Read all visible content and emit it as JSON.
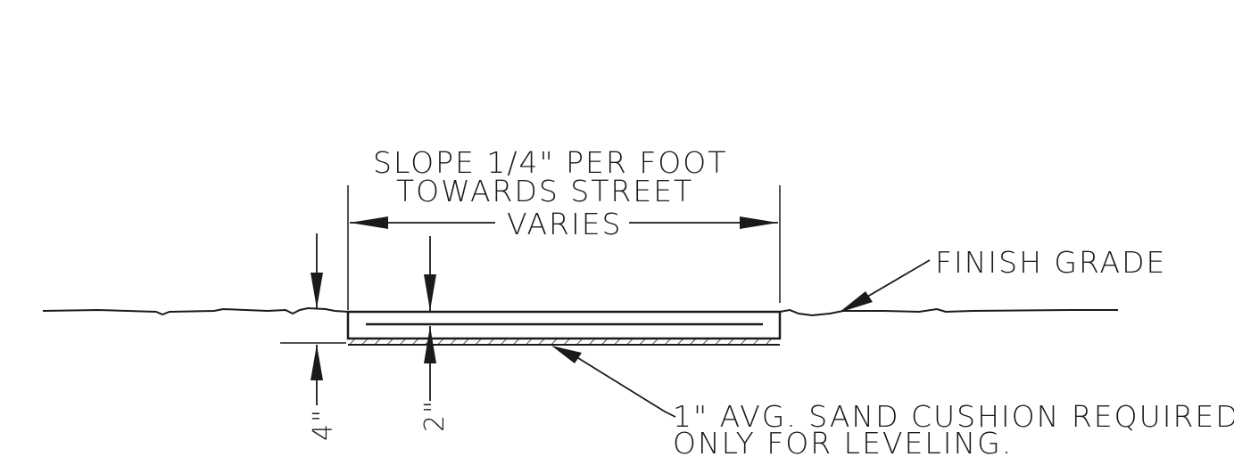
{
  "labels": {
    "slope_line1": "SLOPE 1/4\" PER FOOT",
    "slope_line2": "TOWARDS STREET",
    "varies": "VARIES",
    "finish_grade": "FINISH GRADE",
    "sand_line1": "1\" AVG. SAND CUSHION REQUIRED",
    "sand_line2": "ONLY FOR LEVELING.",
    "dim_thickness": "4\"",
    "dim_reinforcement": "2\""
  },
  "colors": {
    "ink": "#1a1a1a",
    "paper": "#ffffff"
  }
}
